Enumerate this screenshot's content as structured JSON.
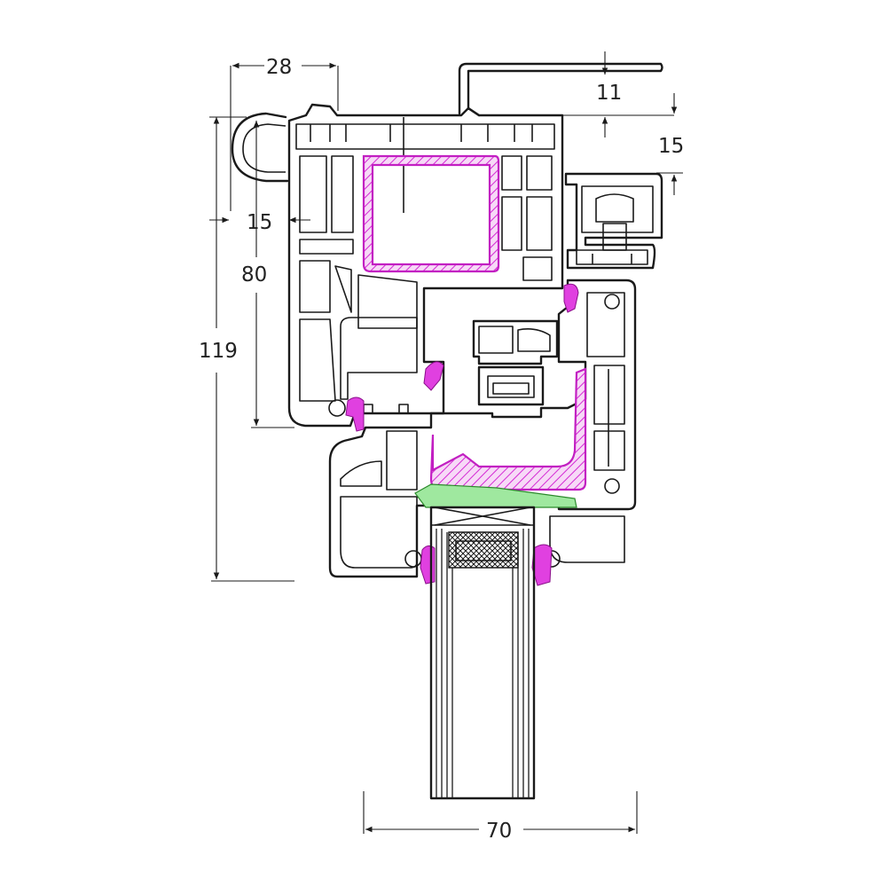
{
  "dimensions": {
    "d28": "28",
    "d11": "11",
    "d15_right": "15",
    "d15_left": "15",
    "d80": "80",
    "d119": "119",
    "d70": "70"
  },
  "colors": {
    "line": "#1a1a1a",
    "reinforcement": "#d42ad4",
    "gasket": "#e040e0",
    "glazing_bead_seal": "#7fe07f"
  }
}
